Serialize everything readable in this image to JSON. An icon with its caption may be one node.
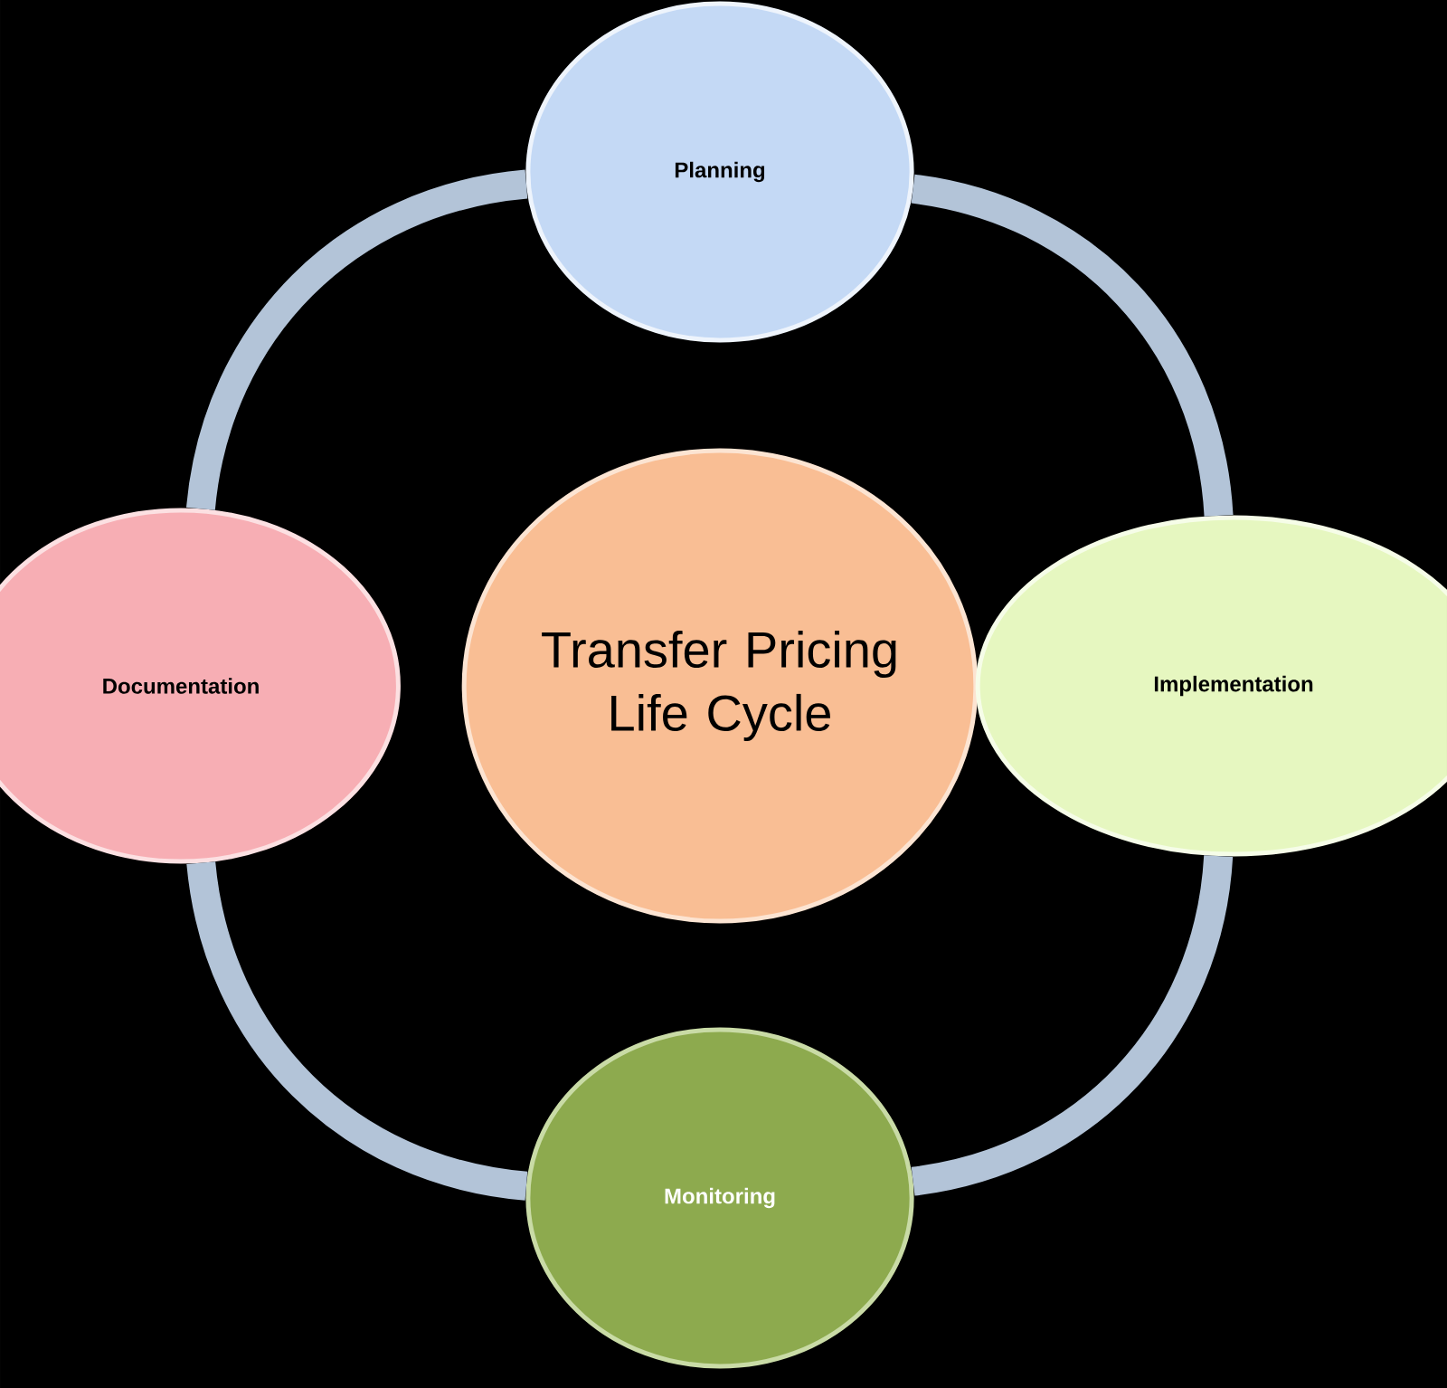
{
  "diagram": {
    "nodes": [
      {
        "text": [
          "Planning"
        ]
      },
      {
        "text": [
          "Documentation"
        ]
      },
      {
        "text": [
          "Transfer Pricing Life Cycle"
        ]
      },
      {
        "text": [
          "Implementation"
        ]
      },
      {
        "text": [
          "Monitoring"
        ]
      }
    ],
    "edges": [
      {
        "from": 0,
        "to": 3,
        "arrow": "none"
      },
      {
        "from": 3,
        "to": 4,
        "arrow": "none"
      },
      {
        "from": 4,
        "to": 1,
        "arrow": "none"
      },
      {
        "from": 1,
        "to": 0,
        "arrow": "none"
      }
    ]
  }
}
